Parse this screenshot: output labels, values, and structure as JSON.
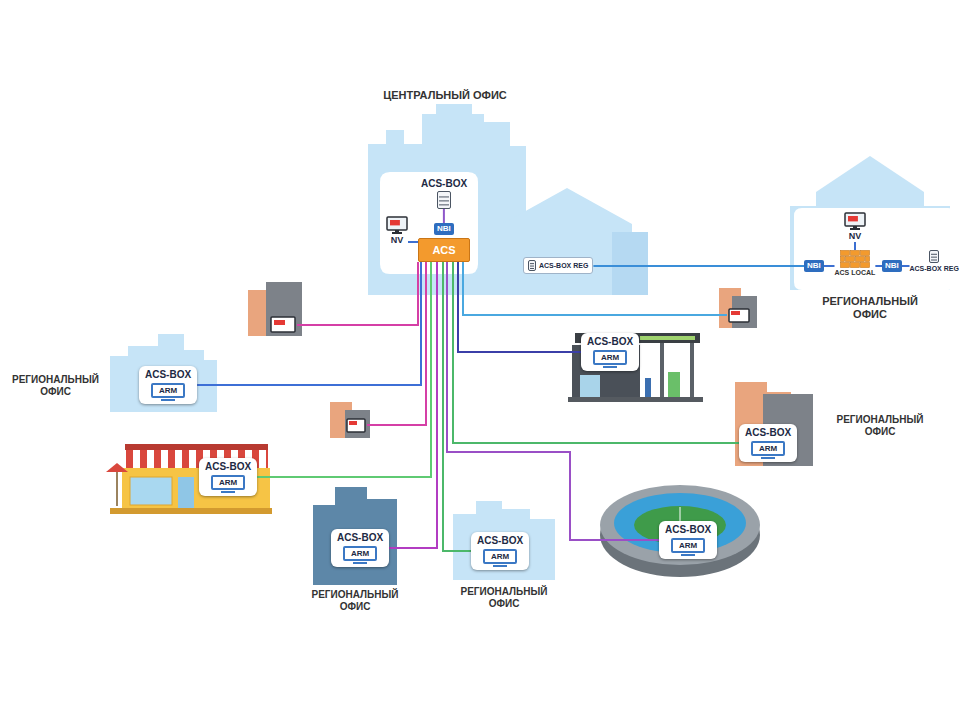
{
  "diagram": {
    "nodes": [
      {
        "text": [
          "ЦЕНТРАЛЬНЫЙ ОФИС"
        ]
      },
      {
        "text": [
          "ACS-BOX"
        ],
        "in": 0
      },
      {
        "text": [
          "NBI"
        ],
        "in": 0
      },
      {
        "text": [
          "ACS"
        ],
        "in": 0
      },
      {
        "text": [
          "NV"
        ],
        "in": 0
      },
      {
        "text": [
          "ACS-BOX REG"
        ],
        "in": 0
      },
      {
        "text": [
          "РЕГИОНАЛЬНЫЙ ОФИС"
        ]
      },
      {
        "text": [
          "NV"
        ],
        "in": 6
      },
      {
        "text": [
          "NBI"
        ],
        "in": 6
      },
      {
        "text": [
          "ACS LOCAL"
        ],
        "in": 6
      },
      {
        "text": [
          "NBI"
        ],
        "in": 6
      },
      {
        "text": [
          "ACS-BOX REG"
        ],
        "in": 6
      },
      {
        "text": [
          "ACS-BOX",
          "ARM"
        ]
      },
      {
        "text": [
          "РЕГИОНАЛЬНЫЙ ОФИС"
        ]
      },
      {
        "text": [
          "ACS-BOX",
          "ARM"
        ],
        "in": 13
      },
      {
        "text": [
          "РЕГИОНАЛЬНЫЙ ОФИС"
        ]
      },
      {
        "text": [
          "ACS-BOX",
          "ARM"
        ],
        "in": 15
      },
      {
        "text": [
          "ACS-BOX",
          "ARM"
        ]
      },
      {
        "text": [
          "РЕГИОНАЛЬНЫЙ ОФИС"
        ]
      },
      {
        "text": [
          "ACS-BOX",
          "ARM"
        ],
        "in": 18
      },
      {
        "text": [
          "РЕГИОНАЛЬНЫЙ ОФИС"
        ]
      },
      {
        "text": [
          "ACS-BOX",
          "ARM"
        ],
        "in": 20
      },
      {
        "text": [
          "ACS-BOX",
          "ARM"
        ]
      }
    ],
    "edges": [
      {
        "from": 1,
        "to": 2,
        "arrow": "none"
      },
      {
        "from": 4,
        "to": 3,
        "arrow": "none"
      },
      {
        "from": 5,
        "to": 8,
        "arrow": "none"
      },
      {
        "from": 7,
        "to": 9,
        "arrow": "none"
      },
      {
        "from": 8,
        "to": 9,
        "arrow": "none"
      },
      {
        "from": 9,
        "to": 10,
        "arrow": "none"
      },
      {
        "from": 10,
        "to": 11,
        "arrow": "none"
      },
      {
        "from": 3,
        "to": 12,
        "arrow": "none"
      },
      {
        "from": 3,
        "to": 14,
        "arrow": "none"
      },
      {
        "from": 3,
        "to": 16,
        "arrow": "none"
      },
      {
        "from": 3,
        "to": 17,
        "arrow": "none"
      },
      {
        "from": 3,
        "to": 19,
        "arrow": "none"
      },
      {
        "from": 3,
        "to": 21,
        "arrow": "none"
      },
      {
        "from": 3,
        "to": 22,
        "arrow": "none"
      }
    ]
  }
}
